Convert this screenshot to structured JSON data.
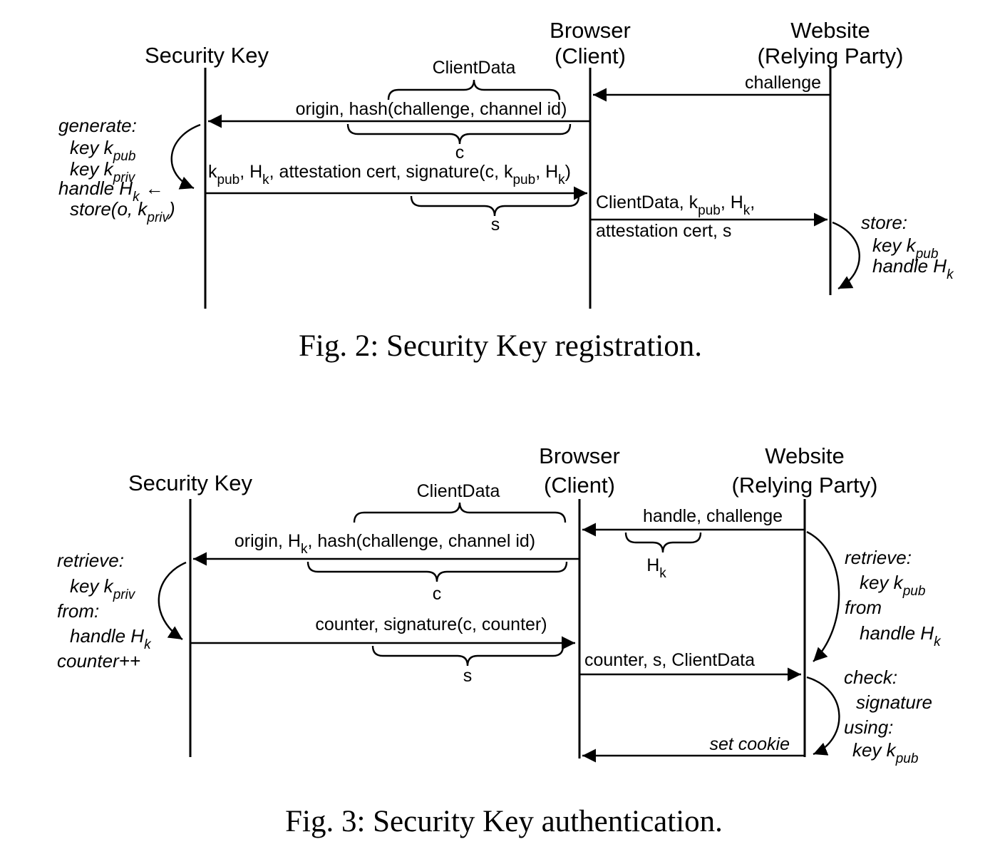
{
  "colors": {
    "ink": "#000000",
    "background": "#ffffff"
  },
  "figure2": {
    "caption": "Fig. 2: Security Key registration.",
    "actors": {
      "security_key": "Security Key",
      "browser": "Browser",
      "browser_sub": "(Client)",
      "website": "Website",
      "website_sub": "(Relying Party)"
    },
    "messages": {
      "challenge": "challenge",
      "clientdata_label": "ClientData",
      "origin_hash": "origin, hash(challenge, channel id)",
      "c_label": "c",
      "attestation_runs": [
        "k",
        "pub",
        ", H",
        "k",
        ", attestation cert, signature(c, k",
        "pub",
        ", H",
        "k",
        ")"
      ],
      "s_label": "s",
      "to_website_line1_runs": [
        "ClientData, k",
        "pub",
        ", H",
        "k",
        ","
      ],
      "to_website_line2": "attestation cert, s"
    },
    "security_key_note": {
      "line1": "generate:",
      "line2_runs": [
        "key k",
        "pub"
      ],
      "line3_runs": [
        "key k",
        "priv"
      ],
      "line4_runs": [
        "handle H",
        "k",
        "←"
      ],
      "line5_runs": [
        "store(o, k",
        "priv",
        ")"
      ]
    },
    "website_note": {
      "line1": "store:",
      "line2_runs": [
        "key k",
        "pub"
      ],
      "line3_runs": [
        "handle H",
        "k"
      ]
    }
  },
  "figure3": {
    "caption": "Fig. 3: Security Key authentication.",
    "actors": {
      "security_key": "Security Key",
      "browser": "Browser",
      "browser_sub": "(Client)",
      "website": "Website",
      "website_sub": "(Relying Party)"
    },
    "messages": {
      "handle_challenge": "handle, challenge",
      "hk_runs": [
        "H",
        "k"
      ],
      "clientdata_label": "ClientData",
      "origin_runs": [
        "origin, H",
        "k",
        ", hash(challenge, channel id)"
      ],
      "c_label": "c",
      "counter_signature": "counter, signature(c, counter)",
      "s_label": "s",
      "counter_s_clientdata": "counter, s, ClientData",
      "set_cookie": "set cookie"
    },
    "security_key_note": {
      "line1": "retrieve:",
      "line2_runs": [
        "key k",
        "priv"
      ],
      "line3": "from:",
      "line4_runs": [
        "handle H",
        "k"
      ],
      "line5": "counter++"
    },
    "website_note_retrieve": {
      "line1": "retrieve:",
      "line2_runs": [
        "key k",
        "pub"
      ],
      "line3": "from",
      "line4_runs": [
        "handle H",
        "k"
      ]
    },
    "website_note_check": {
      "line1": "check:",
      "line2": "signature",
      "line3": "using:",
      "line4_runs": [
        "key k",
        "pub"
      ]
    }
  }
}
